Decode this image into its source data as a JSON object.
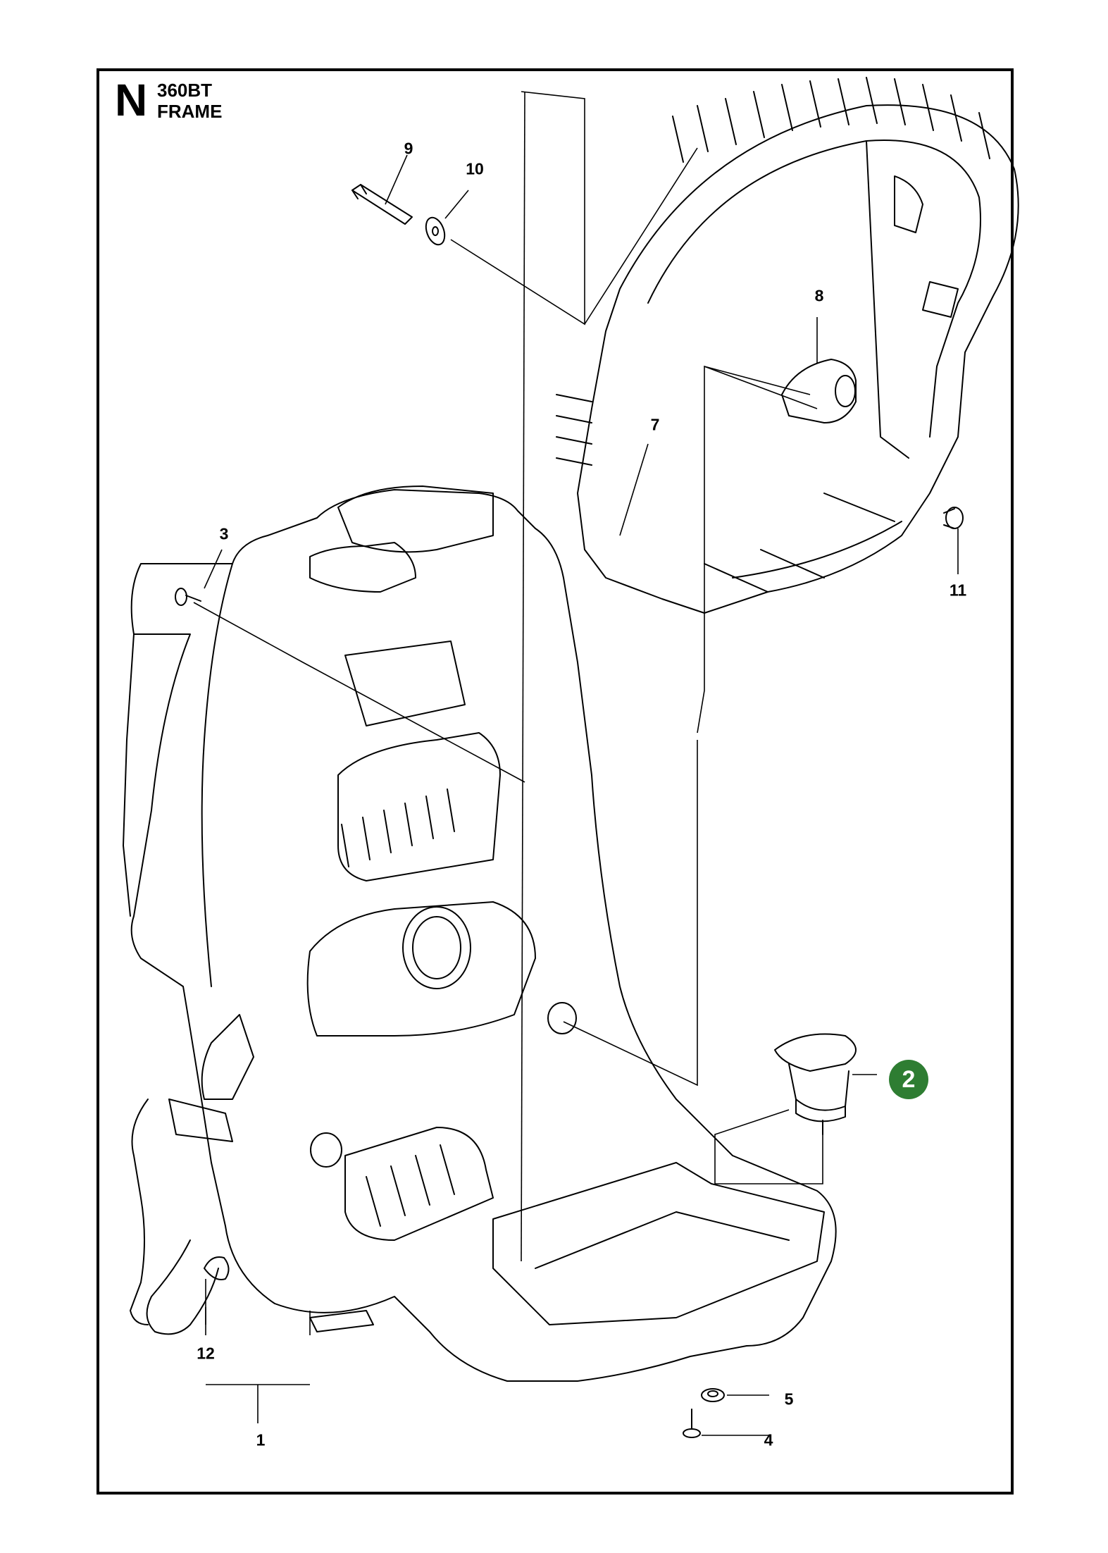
{
  "header": {
    "section_letter": "N",
    "model": "360BT",
    "title": "FRAME"
  },
  "callouts": [
    {
      "id": "c1",
      "label": "1"
    },
    {
      "id": "c3",
      "label": "3"
    },
    {
      "id": "c4",
      "label": "4"
    },
    {
      "id": "c5",
      "label": "5"
    },
    {
      "id": "c7",
      "label": "7"
    },
    {
      "id": "c8",
      "label": "8"
    },
    {
      "id": "c9",
      "label": "9"
    },
    {
      "id": "c10",
      "label": "10"
    },
    {
      "id": "c11",
      "label": "11"
    },
    {
      "id": "c12",
      "label": "12"
    }
  ],
  "highlighted_part": {
    "label": "2",
    "color": "#2e7d32"
  }
}
